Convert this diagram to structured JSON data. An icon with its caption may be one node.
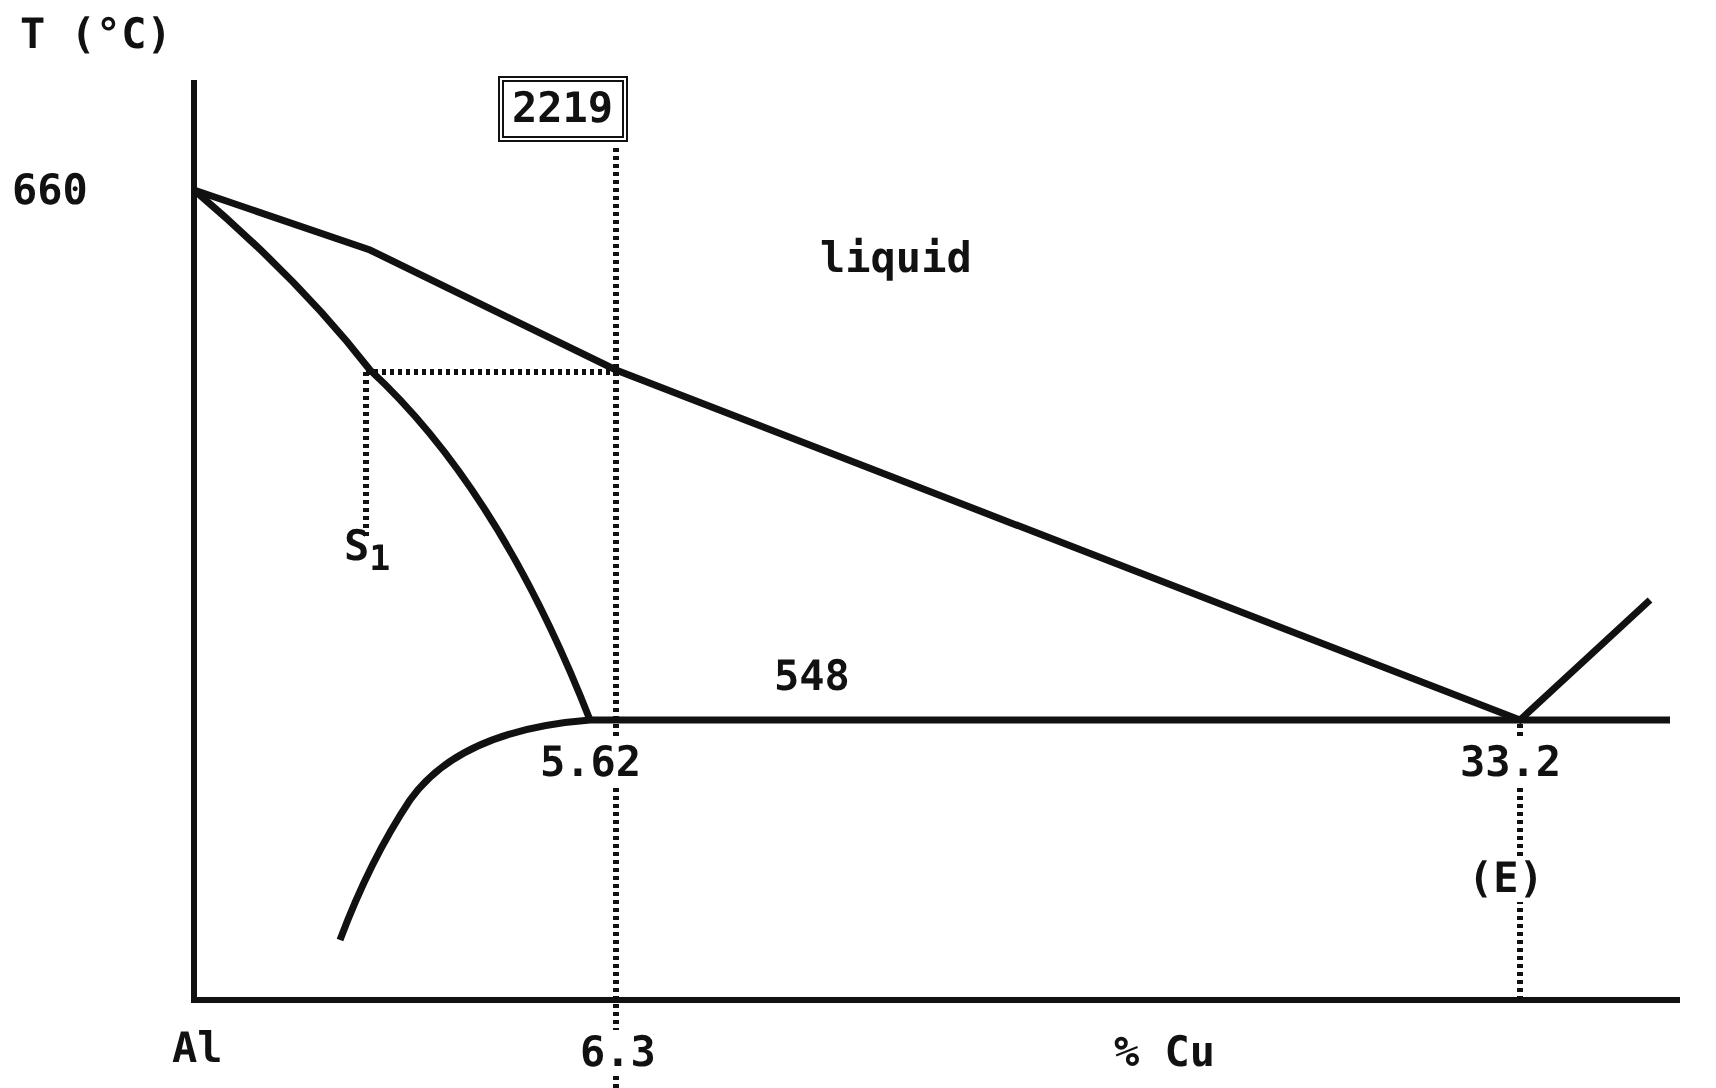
{
  "diagram": {
    "nodes": [
      {
        "text": [
          "2219"
        ]
      }
    ],
    "labels": [
      "T (°C)",
      "660",
      "liquid",
      "S$_{1}$",
      "548",
      "5.62",
      "33.2",
      "(E)",
      "Al",
      "6.3",
      "% Cu"
    ]
  }
}
